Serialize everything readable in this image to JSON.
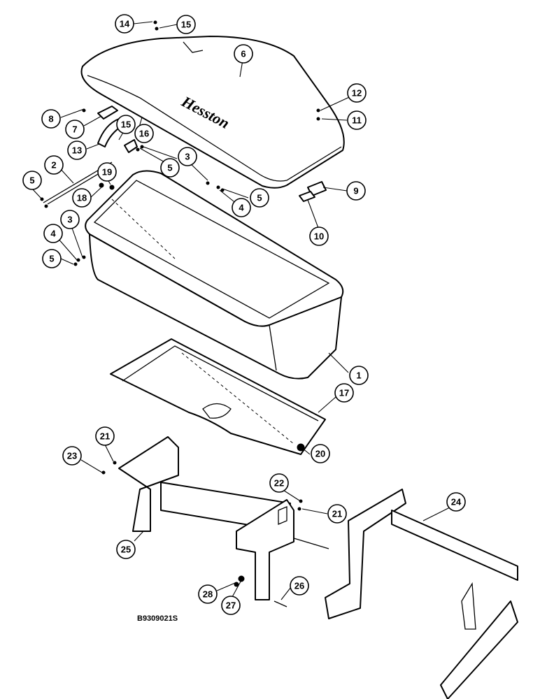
{
  "figure": {
    "reference_code": "B9309021S",
    "cover_logo_text": "Hesston"
  },
  "callouts": [
    {
      "id": "c1",
      "number": "1"
    },
    {
      "id": "c2",
      "number": "2"
    },
    {
      "id": "c3a",
      "number": "3"
    },
    {
      "id": "c3b",
      "number": "3"
    },
    {
      "id": "c4a",
      "number": "4"
    },
    {
      "id": "c4b",
      "number": "4"
    },
    {
      "id": "c5a",
      "number": "5"
    },
    {
      "id": "c5b",
      "number": "5"
    },
    {
      "id": "c5c",
      "number": "5"
    },
    {
      "id": "c5d",
      "number": "5"
    },
    {
      "id": "c6",
      "number": "6"
    },
    {
      "id": "c7",
      "number": "7"
    },
    {
      "id": "c8",
      "number": "8"
    },
    {
      "id": "c9",
      "number": "9"
    },
    {
      "id": "c10",
      "number": "10"
    },
    {
      "id": "c11",
      "number": "11"
    },
    {
      "id": "c12",
      "number": "12"
    },
    {
      "id": "c13",
      "number": "13"
    },
    {
      "id": "c14",
      "number": "14"
    },
    {
      "id": "c15a",
      "number": "15"
    },
    {
      "id": "c15b",
      "number": "15"
    },
    {
      "id": "c16",
      "number": "16"
    },
    {
      "id": "c17",
      "number": "17"
    },
    {
      "id": "c18",
      "number": "18"
    },
    {
      "id": "c19",
      "number": "19"
    },
    {
      "id": "c20",
      "number": "20"
    },
    {
      "id": "c21a",
      "number": "21"
    },
    {
      "id": "c21b",
      "number": "21"
    },
    {
      "id": "c22",
      "number": "22"
    },
    {
      "id": "c23",
      "number": "23"
    },
    {
      "id": "c24",
      "number": "24"
    },
    {
      "id": "c25",
      "number": "25"
    },
    {
      "id": "c26",
      "number": "26"
    },
    {
      "id": "c27",
      "number": "27"
    },
    {
      "id": "c28",
      "number": "28"
    }
  ]
}
